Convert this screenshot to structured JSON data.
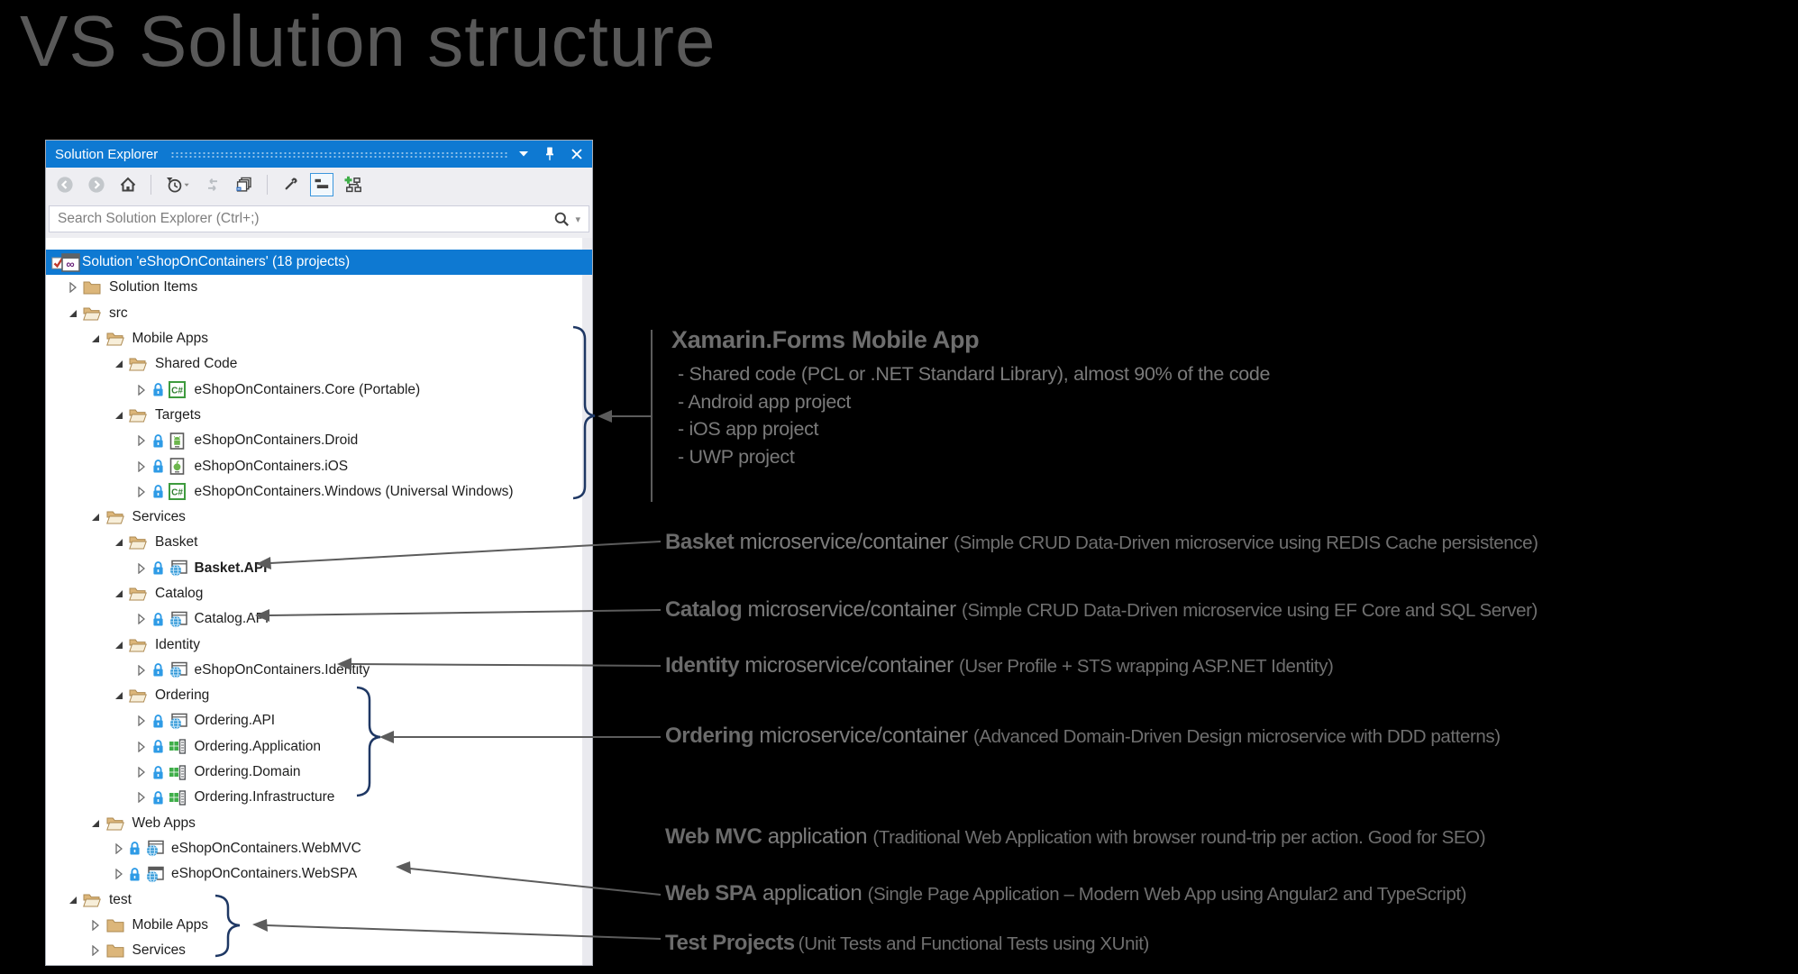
{
  "page": {
    "title": "VS Solution structure"
  },
  "panel": {
    "title": "Solution Explorer",
    "titlebar_icons": [
      "window-position-chevron",
      "pin",
      "close"
    ],
    "toolbar_icons": [
      "back",
      "forward",
      "home",
      "history-filter",
      "sync-with-active-document",
      "properties-window",
      "wrench-settings",
      "collapse-all",
      "switch-views-add"
    ],
    "search": {
      "placeholder": "Search Solution Explorer (Ctrl+;)",
      "icons": [
        "magnifier",
        "caret-down"
      ]
    },
    "tree": {
      "rows": [
        {
          "label": "Solution 'eShopOnContainers' (18 projects)",
          "level": 0,
          "expander": null,
          "icon": "solution",
          "locked": false,
          "bold": false,
          "selected": true
        },
        {
          "label": "Solution Items",
          "level": 1,
          "expander": "collapsed",
          "icon": "folder-closed",
          "locked": false,
          "bold": false,
          "selected": false
        },
        {
          "label": "src",
          "level": 1,
          "expander": "expanded",
          "icon": "folder-open",
          "locked": false,
          "bold": false,
          "selected": false
        },
        {
          "label": "Mobile Apps",
          "level": 2,
          "expander": "expanded",
          "icon": "folder-open",
          "locked": false,
          "bold": false,
          "selected": false
        },
        {
          "label": "Shared Code",
          "level": 3,
          "expander": "expanded",
          "icon": "folder-open",
          "locked": false,
          "bold": false,
          "selected": false
        },
        {
          "label": "eShopOnContainers.Core (Portable)",
          "level": 4,
          "expander": "collapsed",
          "icon": "csharp",
          "locked": true,
          "bold": false,
          "selected": false
        },
        {
          "label": "Targets",
          "level": 3,
          "expander": "expanded",
          "icon": "folder-open",
          "locked": false,
          "bold": false,
          "selected": false
        },
        {
          "label": "eShopOnContainers.Droid",
          "level": 4,
          "expander": "collapsed",
          "icon": "android",
          "locked": true,
          "bold": false,
          "selected": false
        },
        {
          "label": "eShopOnContainers.iOS",
          "level": 4,
          "expander": "collapsed",
          "icon": "ios",
          "locked": true,
          "bold": false,
          "selected": false
        },
        {
          "label": "eShopOnContainers.Windows (Universal Windows)",
          "level": 4,
          "expander": "collapsed",
          "icon": "csharp",
          "locked": true,
          "bold": false,
          "selected": false
        },
        {
          "label": "Services",
          "level": 2,
          "expander": "expanded",
          "icon": "folder-open",
          "locked": false,
          "bold": false,
          "selected": false
        },
        {
          "label": "Basket",
          "level": 3,
          "expander": "expanded",
          "icon": "folder-open",
          "locked": false,
          "bold": false,
          "selected": false
        },
        {
          "label": "Basket.API",
          "level": 4,
          "expander": "collapsed",
          "icon": "web",
          "locked": true,
          "bold": true,
          "selected": false
        },
        {
          "label": "Catalog",
          "level": 3,
          "expander": "expanded",
          "icon": "folder-open",
          "locked": false,
          "bold": false,
          "selected": false
        },
        {
          "label": "Catalog.API",
          "level": 4,
          "expander": "collapsed",
          "icon": "web",
          "locked": true,
          "bold": false,
          "selected": false
        },
        {
          "label": "Identity",
          "level": 3,
          "expander": "expanded",
          "icon": "folder-open",
          "locked": false,
          "bold": false,
          "selected": false
        },
        {
          "label": "eShopOnContainers.Identity",
          "level": 4,
          "expander": "collapsed",
          "icon": "web",
          "locked": true,
          "bold": false,
          "selected": false
        },
        {
          "label": "Ordering",
          "level": 3,
          "expander": "expanded",
          "icon": "folder-open",
          "locked": false,
          "bold": false,
          "selected": false
        },
        {
          "label": "Ordering.API",
          "level": 4,
          "expander": "collapsed",
          "icon": "web",
          "locked": true,
          "bold": false,
          "selected": false
        },
        {
          "label": "Ordering.Application",
          "level": 4,
          "expander": "collapsed",
          "icon": "classlib",
          "locked": true,
          "bold": false,
          "selected": false
        },
        {
          "label": "Ordering.Domain",
          "level": 4,
          "expander": "collapsed",
          "icon": "classlib",
          "locked": true,
          "bold": false,
          "selected": false
        },
        {
          "label": "Ordering.Infrastructure",
          "level": 4,
          "expander": "collapsed",
          "icon": "classlib",
          "locked": true,
          "bold": false,
          "selected": false
        },
        {
          "label": "Web Apps",
          "level": 2,
          "expander": "expanded",
          "icon": "folder-open",
          "locked": false,
          "bold": false,
          "selected": false
        },
        {
          "label": "eShopOnContainers.WebMVC",
          "level": 3,
          "expander": "collapsed",
          "icon": "web",
          "locked": true,
          "bold": false,
          "selected": false
        },
        {
          "label": "eShopOnContainers.WebSPA",
          "level": 3,
          "expander": "collapsed",
          "icon": "web-spa",
          "locked": true,
          "bold": false,
          "selected": false
        },
        {
          "label": "test",
          "level": 1,
          "expander": "expanded",
          "icon": "folder-open",
          "locked": false,
          "bold": false,
          "selected": false
        },
        {
          "label": "Mobile Apps",
          "level": 2,
          "expander": "collapsed",
          "icon": "folder-closed",
          "locked": false,
          "bold": false,
          "selected": false
        },
        {
          "label": "Services",
          "level": 2,
          "expander": "collapsed",
          "icon": "folder-closed",
          "locked": false,
          "bold": false,
          "selected": false
        }
      ]
    }
  },
  "annotations": {
    "xamarin": {
      "title": "Xamarin.Forms Mobile App",
      "bullets": [
        "- Shared code (PCL or .NET Standard Library), almost 90% of the code",
        "- Android app project",
        "- iOS app project",
        "- UWP project"
      ]
    },
    "items": [
      {
        "id": "basket",
        "bold": "Basket",
        "mid": "microservice/container",
        "paren": "(Simple CRUD Data-Driven microservice using REDIS Cache persistence)"
      },
      {
        "id": "catalog",
        "bold": "Catalog",
        "mid": "microservice/container",
        "paren": "(Simple CRUD Data-Driven microservice using EF Core and SQL Server)"
      },
      {
        "id": "identity",
        "bold": "Identity",
        "mid": "microservice/container",
        "paren": "(User Profile + STS wrapping ASP.NET Identity)"
      },
      {
        "id": "ordering",
        "bold": "Ordering",
        "mid": "microservice/container",
        "paren": "(Advanced Domain-Driven Design microservice with DDD patterns)"
      },
      {
        "id": "webmvc",
        "bold": "Web MVC",
        "mid": "application",
        "paren": "(Traditional Web Application with browser round-trip per action. Good for SEO)"
      },
      {
        "id": "webspa",
        "bold": "Web SPA",
        "mid": "application",
        "paren": "(Single Page Application – Modern Web App using Angular2 and TypeScript)"
      },
      {
        "id": "test",
        "bold": "Test Projects",
        "mid": "",
        "paren": "(Unit Tests and Functional Tests using XUnit)"
      }
    ]
  },
  "colors": {
    "background": "#000000",
    "titlebar_blue": "#0e79d2",
    "selection_blue": "#0e79d2",
    "toolbar_bg": "#eeeef2",
    "panel_bg": "#ffffff",
    "folder_tan": "#dcb67a",
    "lock_blue": "#2e9be6",
    "globe_blue": "#2e96d6",
    "annotation_gray": "#6f6f6f",
    "bracket_navy": "#1f3864",
    "arrow_gray": "#5c5c5c",
    "title_gray": "#595959"
  }
}
